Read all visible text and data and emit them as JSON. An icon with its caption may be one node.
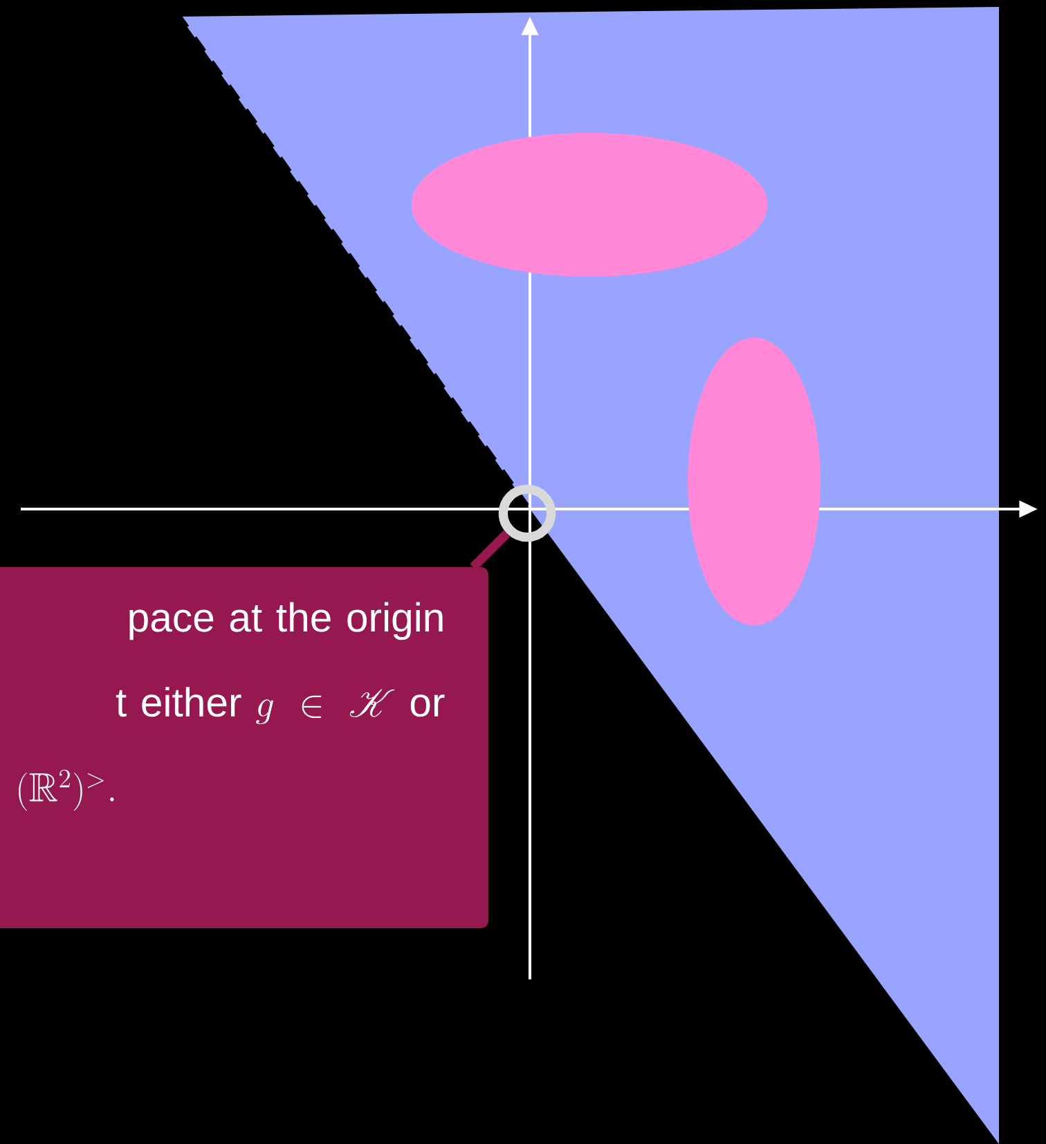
{
  "diagram": {
    "nodes": [
      {
        "text": [
          "pace at the origin",
          "t either",
          "g \\in \\mathscr{K}",
          "or",
          "(\\mathbb{R}^2)^{>}."
        ]
      },
      {
        "text": [],
        "shape": "circle"
      },
      {
        "text": [],
        "shape": "ellipse"
      },
      {
        "text": [],
        "shape": "ellipse"
      }
    ],
    "edges": [
      {
        "from": 0,
        "to": 1,
        "arrow": "none"
      }
    ]
  }
}
